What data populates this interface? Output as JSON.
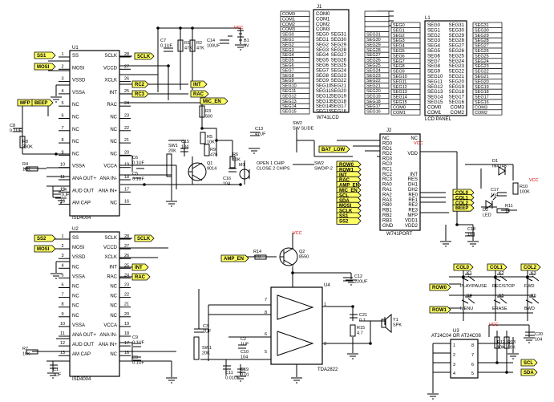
{
  "chips": {
    "u1": {
      "ref": "U1",
      "part": "ISD4004",
      "left": [
        "SS",
        "MOSI",
        "VSSD",
        "VSSA",
        "NC",
        "NC",
        "NC",
        "NC",
        "NC",
        "VSSA",
        "ANA OUT+",
        "AUD OUT",
        "AM CAP"
      ],
      "right": [
        "SCLK",
        "VCCD",
        "XCLK",
        "INT",
        "RAC",
        "NC",
        "NC",
        "NC",
        "NC",
        "VCCA",
        "ANA IN-",
        "ANA IN+",
        "NC"
      ],
      "lnum": [
        "1",
        "2",
        "3",
        "4",
        "5",
        "6",
        "7",
        "8",
        "9",
        "10",
        "11",
        "12",
        "13"
      ],
      "rnum": [
        "28",
        "27",
        "26",
        "25",
        "24",
        "23",
        "22",
        "21",
        "20",
        "19",
        "18",
        "17",
        "16"
      ]
    },
    "u2": {
      "ref": "U2",
      "part": "ISD4004",
      "left": [
        "SS",
        "MOSI",
        "VSSD",
        "NC",
        "VSSA",
        "NC",
        "NC",
        "NC",
        "NC",
        "VSSA",
        "ANA OUT+",
        "AUD OUT",
        "AM CAP"
      ],
      "right": [
        "SCLK",
        "VCCD",
        "XCLK",
        "INT",
        "RAC",
        "NC",
        "NC",
        "NC",
        "NC",
        "VCCA",
        "ANA IN-",
        "ANA IN+",
        "NC"
      ],
      "lnum": [
        "1",
        "2",
        "3",
        "4",
        "5",
        "6",
        "7",
        "8",
        "9",
        "10",
        "11",
        "12",
        "13"
      ],
      "rnum": [
        "28",
        "27",
        "26",
        "25",
        "24",
        "23",
        "22",
        "21",
        "20",
        "19",
        "18",
        "17",
        "16"
      ]
    },
    "j1": {
      "ref": "J1",
      "part": "W741LCD",
      "left": [
        "COM0",
        "COM1",
        "COM2",
        "COM3",
        "SEG0",
        "SEG1",
        "SEG2",
        "SEG3",
        "SEG4",
        "SEG5",
        "SEG6",
        "SEG7",
        "SEG8",
        "SEG9",
        "SEG10",
        "SEG11",
        "SEG12",
        "SEG13",
        "SEG14",
        "SEG15"
      ],
      "right": [
        "",
        "",
        "",
        "",
        "SEG31",
        "SEG30",
        "SEG29",
        "SEG28",
        "SEG27",
        "SEG26",
        "SEG25",
        "SEG24",
        "SEG23",
        "SEG22",
        "SEG21",
        "SEG20",
        "SEG19",
        "SEG18",
        "SEG17",
        "SEG16"
      ]
    },
    "l1": {
      "ref": "L1",
      "part": "LCD PANEL",
      "left": [
        "SEG0",
        "SEG1",
        "SEG2",
        "SEG3",
        "SEG4",
        "SEG5",
        "SEG6",
        "SEG7",
        "SEG8",
        "SEG9",
        "SEG10",
        "SEG11",
        "SEG12",
        "SEG13",
        "SEG14",
        "SEG15",
        "COM0",
        "COM1"
      ],
      "right": [
        "SEG31",
        "SEG30",
        "SEG29",
        "SEG28",
        "SEG27",
        "SEG26",
        "SEG25",
        "SEG24",
        "SEG23",
        "SEG22",
        "SEG21",
        "SEG20",
        "SEG19",
        "SEG18",
        "SEG17",
        "SEG16",
        "COM3",
        "COM2"
      ]
    },
    "j2": {
      "ref": "J2",
      "part": "W741PORT",
      "left": [
        "NC",
        "RD0",
        "RD1",
        "RD2",
        "RD3",
        "RC0",
        "RC1",
        "RC2",
        "RC3",
        "RA0",
        "RA1",
        "RA2",
        "RA3",
        "RB0",
        "RB1",
        "RB2",
        "RB3",
        "GND"
      ],
      "right": [
        "NC",
        "",
        "",
        "VDD",
        "",
        "",
        "",
        "INT",
        "RES",
        "DH1",
        "DH2",
        "RE0",
        "RE1",
        "RE2",
        "RE3",
        "MFP",
        "VDD1",
        "VDD2"
      ]
    },
    "u4": {
      "ref": "U4",
      "part": "TDA2822"
    },
    "u3": {
      "ref": "U3",
      "part": "AT24C04 OR AT24C08"
    }
  },
  "nets": {
    "u1_left": [
      "SS1",
      "MOSI",
      "MFP",
      "BEEP"
    ],
    "u1_right": [
      "SCLK",
      "RC2",
      "INT",
      "RC3",
      "RAC",
      "MIC_EN"
    ],
    "u2_left": [
      "SS2",
      "MOSI"
    ],
    "u2_right": [
      "SCLK",
      "RC2",
      "INT",
      "RAC"
    ],
    "rb": [
      "RB0",
      "RB1",
      "RB2"
    ],
    "rc": [
      "RC2",
      "RC3"
    ],
    "j2_left_flags": [
      "ROW0",
      "ROW1",
      "INT",
      "RAC",
      "AMP_EN",
      "MIC_EN",
      "SCL",
      "SDA",
      "MOSI",
      "SCLK",
      "SS1",
      "SS2"
    ],
    "j2_right_flags": [
      "COL0",
      "COL1",
      "COL2",
      "BEEP"
    ],
    "bat_low": "BAT_LOW",
    "amp_en": "AMP_EN",
    "keys_cols": [
      "COL0",
      "COL1",
      "COL2"
    ],
    "keys_rows": [
      "ROW0",
      "ROW1"
    ],
    "scl": "SCL",
    "sda": "SDA"
  },
  "components": {
    "c7": [
      "C7",
      "0.1UF"
    ],
    "r1": [
      "R1",
      "47K"
    ],
    "r2": [
      "R2",
      "47K"
    ],
    "c14": [
      "C14",
      "100UF"
    ],
    "b1": [
      "B1",
      "3V"
    ],
    "c8": [
      "C8",
      "0.1UF"
    ],
    "r8": [
      "R8",
      "330K"
    ],
    "r4": [
      "R4",
      "10K"
    ],
    "c4": [
      "C4",
      "1UF"
    ],
    "c6": [
      "C6",
      "0.1UF"
    ],
    "c5": [
      "C5",
      "0.1UF"
    ],
    "sw1": [
      "SW1",
      "20K"
    ],
    "c15": [
      "C15",
      "104"
    ],
    "r3": [
      "R3",
      "560"
    ],
    "r5": [
      "R5",
      "10K"
    ],
    "r9": [
      "R9",
      "470"
    ],
    "c13": [
      "C13",
      "47UF"
    ],
    "q1": [
      "Q1",
      "9014"
    ],
    "r6": [
      "R6",
      "10K"
    ],
    "c16": [
      "C16",
      "104"
    ],
    "m1": [
      "M1",
      ""
    ],
    "sw2": [
      "SW2",
      "SW SLIDE"
    ],
    "open_note": [
      "OPEN 1 CHIP",
      "CLOSE 2 CHIPS"
    ],
    "jumper": [
      "SW2",
      "SWDIP-2"
    ],
    "c3": [
      "C3",
      "1UF"
    ],
    "c9": [
      "C9",
      "0.1UF"
    ],
    "r7": [
      "R7",
      "10K"
    ],
    "c9b": [
      "C9",
      "0.1UF"
    ],
    "c1": [
      "C1",
      "1UF"
    ],
    "r14": [
      "R14",
      "470"
    ],
    "q2": [
      "Q2",
      "8550"
    ],
    "c12": [
      "C12",
      "220UF"
    ],
    "c2": [
      "C2",
      "1UF"
    ],
    "sw1b": [
      "SW1",
      "20K"
    ],
    "c10": [
      "C10",
      "104"
    ],
    "c11": [
      "C11",
      "0.01UF"
    ],
    "c19": [
      "C19",
      "0.01"
    ],
    "c21": [
      "C21",
      "0.1"
    ],
    "r15": [
      "R15",
      "4.7"
    ],
    "y1": [
      "Y1",
      "SPK"
    ],
    "d1": [
      "D1",
      "IN4148"
    ],
    "c17": [
      "C17",
      "104"
    ],
    "r10": [
      "R10",
      "100K"
    ],
    "d2": [
      "D2",
      "LED"
    ],
    "r11": [
      "R11",
      "1K"
    ],
    "c18": [
      "C18",
      "104"
    ],
    "r12": [
      "R12",
      "10K"
    ],
    "r13": [
      "R13",
      "10K"
    ],
    "c20": [
      "C20",
      "104"
    ]
  },
  "keys": [
    {
      "ref": "K1",
      "label": "PLAY/PAUSE"
    },
    {
      "ref": "K2",
      "label": "REC/STOP"
    },
    {
      "ref": "K3",
      "label": "FWD"
    },
    {
      "ref": "K4",
      "label": "MENU"
    },
    {
      "ref": "K5",
      "label": "ERASE"
    },
    {
      "ref": "K6",
      "label": "BWD"
    }
  ],
  "power": {
    "vcc": "VCC"
  },
  "colors": {
    "wire": "#000000",
    "vcc": "#d00000",
    "flag": "#ffff66",
    "background": "#ffffff"
  }
}
